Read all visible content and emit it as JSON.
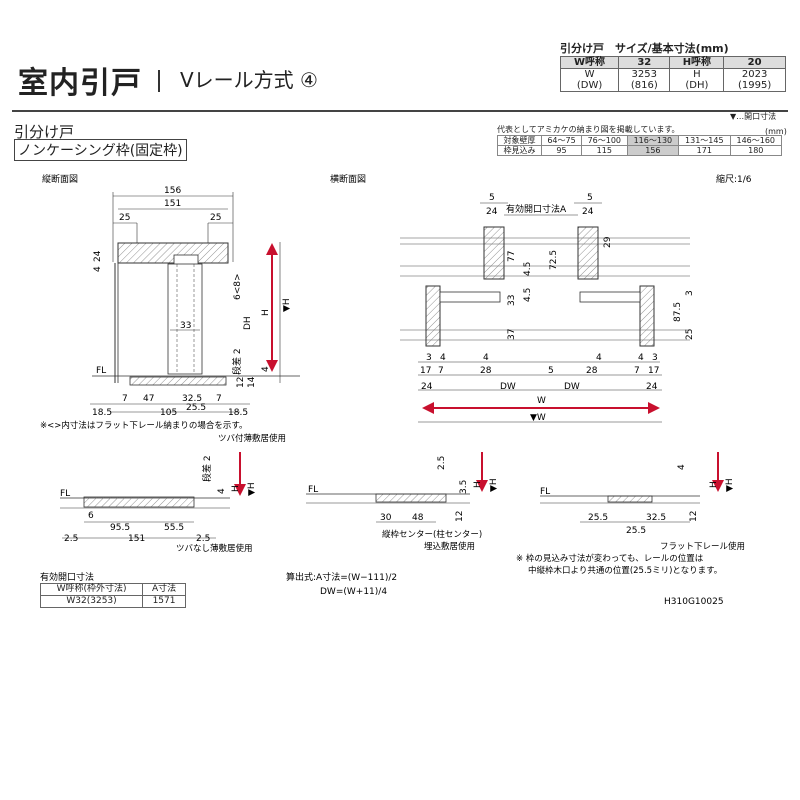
{
  "header": {
    "title": "室内引戸",
    "subtitle": "Vレール方式 ④"
  },
  "spec_table": {
    "caption": "引分け戸　サイズ/基本寸法(mm)",
    "row1": [
      "W呼称",
      "32",
      "H呼称",
      "20"
    ],
    "row2_w": "W\n(DW)",
    "row2_wval": "3253\n(816)",
    "row2_h": "H\n(DH)",
    "row2_hval": "2023\n(1995)"
  },
  "legend_opening": "▼…開口寸法",
  "section": {
    "type_label": "引分け戸",
    "frame_label": "ノンケーシング枠(固定枠)"
  },
  "wall_note": "代表としてアミカケの納まり図を掲載しています。",
  "wall_unit": "(mm)",
  "wall_table": {
    "row1": [
      "対象壁厚",
      "64〜75",
      "76〜100",
      "116〜130",
      "131〜145",
      "146〜160"
    ],
    "row2": [
      "枠見込み",
      "95",
      "115",
      "156",
      "171",
      "180"
    ]
  },
  "views": {
    "vertical": "縦断面図",
    "horizontal": "横断面図",
    "scale": "縮尺:1/6"
  },
  "dims": {
    "d156": "156",
    "d151": "151",
    "d25a": "25",
    "d25b": "25",
    "d24": "24",
    "d4": "4",
    "d6_8": "6<8>",
    "dH": "H",
    "dH2": "▼H",
    "dDH": "DH",
    "d33": "33",
    "dstep2": "段差 2",
    "d4b": "4",
    "dFL": "FL",
    "d12": "12",
    "d14": "14",
    "d7a": "7",
    "d47": "47",
    "d32_5": "32.5",
    "d7b": "7",
    "d105": "105",
    "d25_5": "25.5",
    "d18_5a": "18.5",
    "d18_5b": "18.5",
    "h5a": "5",
    "h24a": "24",
    "hA": "有効開口寸法A",
    "h5b": "5",
    "h24b": "24",
    "h77": "77",
    "h72_5": "72.5",
    "h4_5": "4.5",
    "h29": "29",
    "h4_5b": "4.5",
    "h33": "33",
    "h3": "3",
    "h87_5": "87.5",
    "h37": "37",
    "h25": "25",
    "h3a": "3",
    "h4a": "4",
    "h4b": "4",
    "h4c": "4",
    "h4d": "4",
    "h3b": "3",
    "h17a": "17",
    "h7a": "7",
    "h28a": "28",
    "h5c": "5",
    "h28b": "28",
    "h7b": "7",
    "h17b": "17",
    "h24c": "24",
    "hDWa": "DW",
    "hDWb": "DW",
    "h24d": "24",
    "hW": "W",
    "hW2": "▼W"
  },
  "notes": {
    "inner": "※<>内寸法はフラット下レール納まりの場合を示す。",
    "tsuba_used": "ツバ付薄敷居使用",
    "tsuba_none": "ツバなし薄敷居使用",
    "embedded": "埋込敷居使用",
    "flat": "フラット下レール使用",
    "center": "縦枠センター(柱センター)",
    "rail_note_1": "※ 枠の見込み寸法が変わっても、レールの位置は",
    "rail_note_2": "中縦枠木口より共通の位置(25.5ミリ)となります。",
    "code": "H310G10025"
  },
  "detail_dims": {
    "a_step": "段差 2",
    "a_4": "4",
    "a_H": "H",
    "a_H2": "▼H",
    "a_FL": "FL",
    "a_6": "6",
    "a_95_5": "95.5",
    "a_55_5": "55.5",
    "a_2_5a": "2.5",
    "a_151": "151",
    "a_2_5b": "2.5",
    "b_2_5": "2.5",
    "b_3_5": "3.5",
    "b_H": "H",
    "b_H2": "▼H",
    "b_FL": "FL",
    "b_30": "30",
    "b_48": "48",
    "b_12": "12",
    "c_4": "4",
    "c_H": "H",
    "c_H2": "▼H",
    "c_FL": "FL",
    "c_25_5a": "25.5",
    "c_32_5": "32.5",
    "c_25_5b": "25.5",
    "c_12": "12"
  },
  "aperture": {
    "title": "有効開口寸法",
    "header": [
      "W呼称(枠外寸法)",
      "A寸法"
    ],
    "row": [
      "W32(3253)",
      "1571"
    ]
  },
  "formula": {
    "line1": "算出式:A寸法=(W−111)/2",
    "line2": "DW=(W+11)/4"
  },
  "colors": {
    "accent": "#c8102e",
    "line": "#333333",
    "wood": "#e9e2d6"
  }
}
